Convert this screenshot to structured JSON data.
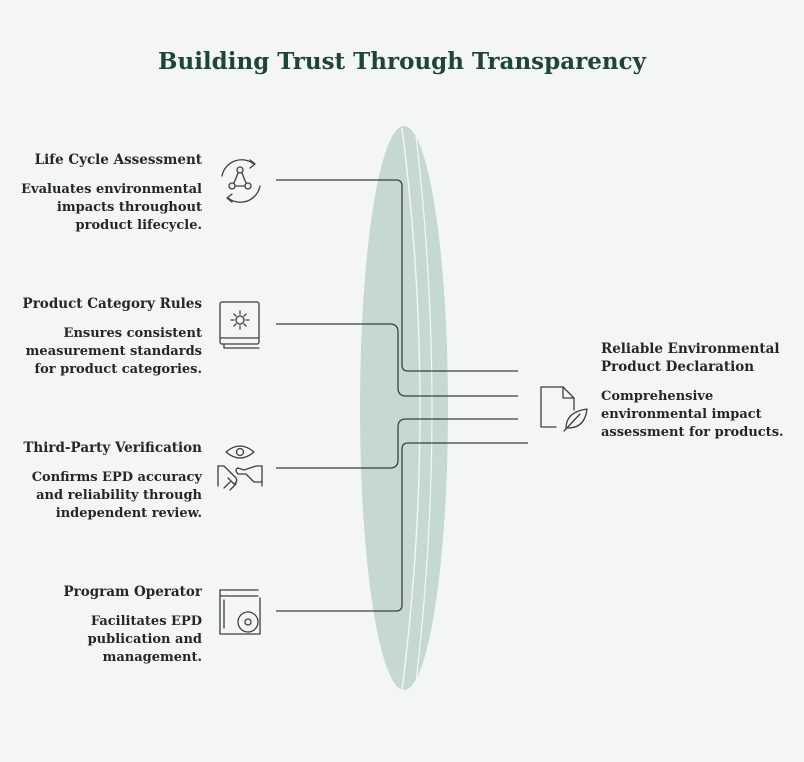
{
  "title": "Building Trust Through Transparency",
  "inputs": [
    {
      "heading": "Life Cycle Assessment",
      "description": "Evaluates environmental impacts throughout product lifecycle.",
      "icon": "cycle-icon"
    },
    {
      "heading": "Product Category Rules",
      "description": "Ensures consistent measurement standards for product categories.",
      "icon": "rulebook-gear-icon"
    },
    {
      "heading": "Third-Party Verification",
      "description": "Confirms EPD accuracy and reliability through independent review.",
      "icon": "eye-handshake-icon"
    },
    {
      "heading": "Program Operator",
      "description": "Facilitates EPD publication and management.",
      "icon": "book-disc-icon"
    }
  ],
  "output": {
    "heading": "Reliable Environmental Product Declaration",
    "description": "Comprehensive environmental impact assessment for products.",
    "icon": "document-leaf-icon"
  },
  "colors": {
    "background": "#f3f6f4",
    "title": "#1f4536",
    "lens": "#c5d9d2",
    "line": "#3b403e"
  }
}
